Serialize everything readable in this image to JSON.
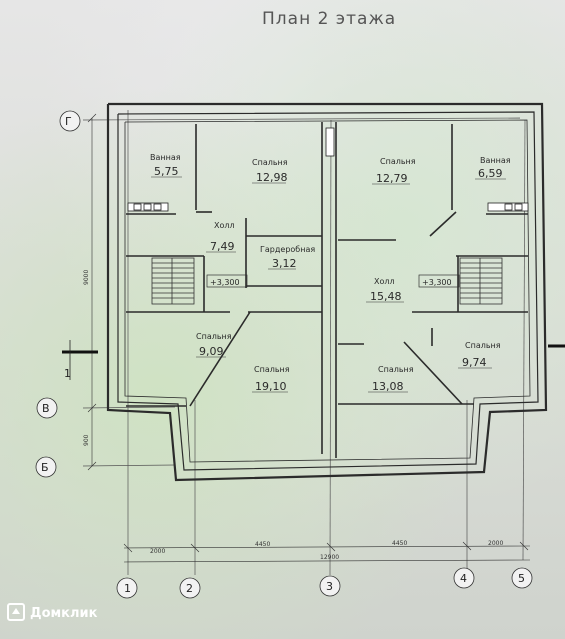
{
  "title": "План 2 этажа",
  "rooms": [
    {
      "name": "Ванная",
      "area": "5,75"
    },
    {
      "name": "Спальня",
      "area": "12,98"
    },
    {
      "name": "Холл",
      "area": "7,49"
    },
    {
      "name": "Гардеробная",
      "area": "3,12"
    },
    {
      "name": "Спальня",
      "area": "9,09"
    },
    {
      "name": "Спальня",
      "area": "19,10"
    },
    {
      "name": "Спальня",
      "area": "12,79"
    },
    {
      "name": "Ванная",
      "area": "6,59"
    },
    {
      "name": "Холл",
      "area": "15,48"
    },
    {
      "name": "Спальня",
      "area": "13,08"
    },
    {
      "name": "Спальня",
      "area": "9,74"
    }
  ],
  "levels": [
    "+3,300",
    "+3,300"
  ],
  "axes": {
    "letters": [
      "Г",
      "В",
      "Б"
    ],
    "numbers": [
      "1",
      "2",
      "3",
      "4",
      "5"
    ]
  },
  "section_mark": "1",
  "dimensions": {
    "bottom": [
      "2000",
      "4450",
      "4450",
      "2000"
    ],
    "total": "12900",
    "left": [
      "9000",
      "900"
    ]
  },
  "watermark": "Домклик"
}
